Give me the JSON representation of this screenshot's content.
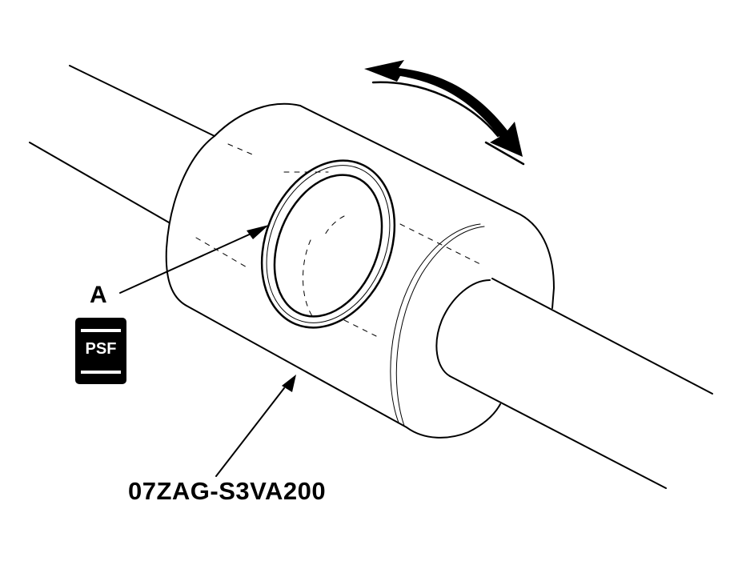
{
  "diagram": {
    "type": "technical-illustration",
    "subject": "steering rack bushing installation with tool",
    "colors": {
      "line": "#000000",
      "background": "#ffffff"
    }
  },
  "labels": {
    "callout_a": "A",
    "psf_badge": "PSF",
    "tool_part_number": "07ZAG-S3VA200"
  },
  "symbols": {
    "rotation_arrow": "double-headed-curved-arrow",
    "psf_icon": "power-steering-fluid-can"
  }
}
